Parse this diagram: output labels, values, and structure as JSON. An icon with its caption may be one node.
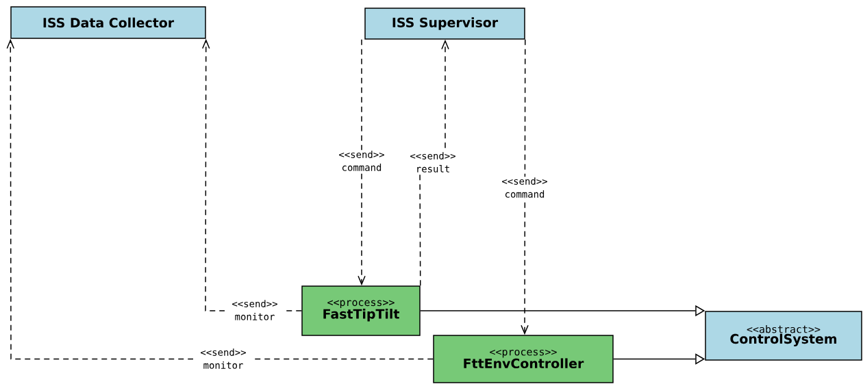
{
  "diagram": {
    "nodes": [
      {
        "text": [
          "ISS Data Collector"
        ]
      },
      {
        "text": [
          "ISS Supervisor"
        ]
      },
      {
        "text": [
          "<<process>>",
          "FastTipTilt"
        ]
      },
      {
        "text": [
          "<<process>>",
          "FttEnvController"
        ]
      },
      {
        "text": [
          "<<abstract>>",
          "ControlSystem"
        ]
      }
    ],
    "edges": [
      {
        "from": 2,
        "to": 0,
        "arrow": "to",
        "style": "dashed",
        "label": "<<send>> monitor"
      },
      {
        "from": 3,
        "to": 0,
        "arrow": "to",
        "style": "dashed",
        "label": "<<send>> monitor"
      },
      {
        "from": 1,
        "to": 2,
        "arrow": "to",
        "style": "dashed",
        "label": "<<send>> command"
      },
      {
        "from": 2,
        "to": 1,
        "arrow": "to",
        "style": "dashed",
        "label": "<<send>> result"
      },
      {
        "from": 1,
        "to": 3,
        "arrow": "to",
        "style": "dashed",
        "label": "<<send>> command"
      },
      {
        "from": 2,
        "to": 4,
        "arrow": "to"
      },
      {
        "from": 3,
        "to": 4,
        "arrow": "to"
      }
    ]
  }
}
